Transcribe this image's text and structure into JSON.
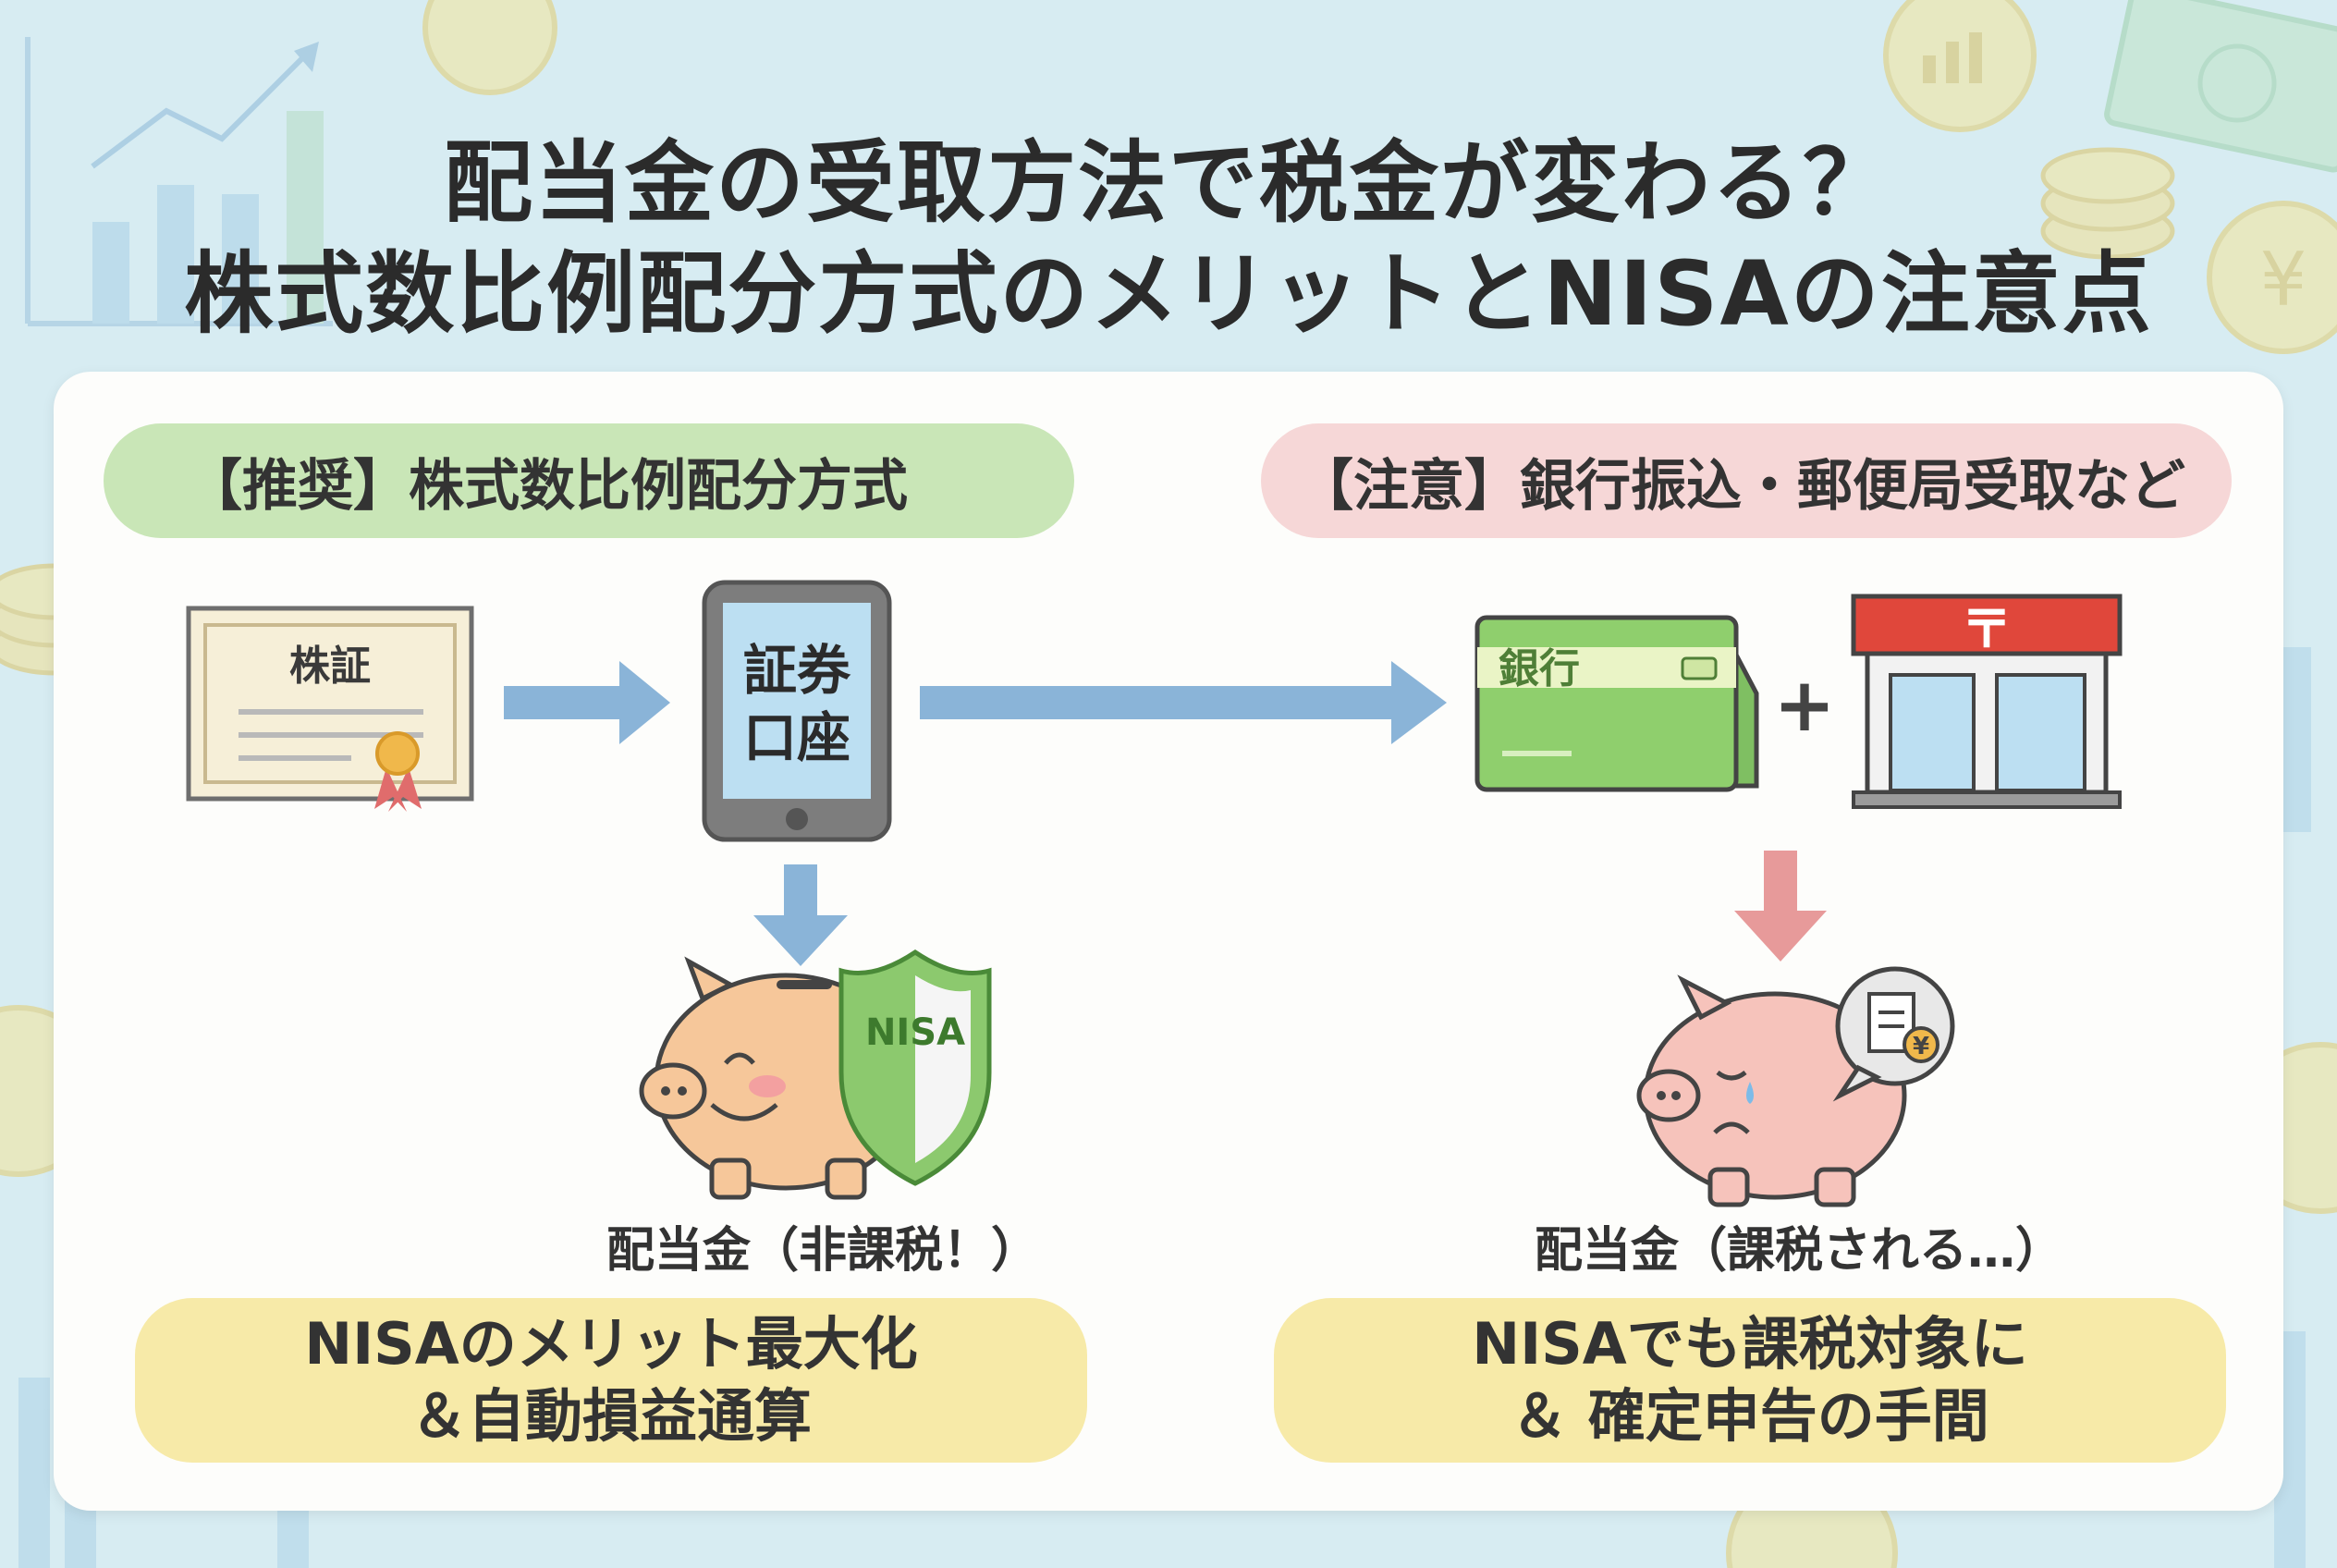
{
  "title": {
    "line1": "配当金の受取方法で税金が変わる？",
    "line2": "株式数比例配分方式のメリットとNISAの注意点"
  },
  "left": {
    "header": "【推奨】株式数比例配分方式",
    "certificate_label": "株証",
    "phone_label_1": "証券",
    "phone_label_2": "口座",
    "shield_label": "NISA",
    "caption": "配当金（非課税！）",
    "result_line1": "NISAのメリット最大化",
    "result_line2": "＆自動損益通算"
  },
  "right": {
    "header": "【注意】銀行振込・郵便局受取など",
    "bankbook_label": "銀行",
    "post_mark": "〒",
    "plus": "+",
    "doc_yen": "¥",
    "caption": "配当金（課税される…）",
    "result_line1": "NISAでも課税対象に",
    "result_line2": "＆ 確定申告の手間"
  },
  "colors": {
    "background": "#d7ecf2",
    "green_pill": "#c9e6b7",
    "pink_pill": "#f6d7d7",
    "yellow_pill": "#f7eaa8",
    "arrow_blue": "#8ab4d8",
    "arrow_red": "#e79a9a",
    "piggy_left": "#f6c79a",
    "piggy_right": "#f6c3bb"
  },
  "icons": [
    "chart-up-icon",
    "coin-icon",
    "yen-bill-icon",
    "certificate-icon",
    "smartphone-icon",
    "piggy-bank-icon",
    "shield-icon",
    "bankbook-icon",
    "post-office-icon",
    "document-yen-icon"
  ]
}
